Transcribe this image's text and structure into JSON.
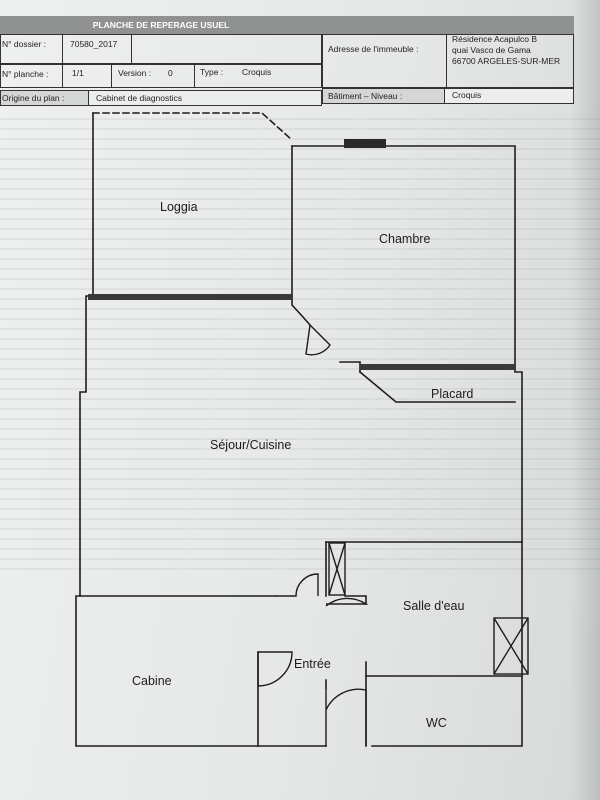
{
  "header": {
    "title": "PLANCHE DE REPERAGE USUEL",
    "dossier_label": "N° dossier :",
    "dossier_value": "70580_2017",
    "planche_label": "N° planche :",
    "planche_value": "1/1",
    "version_label": "Version :",
    "version_value": "0",
    "type_label": "Type :",
    "type_value": "Croquis",
    "origine_label": "Origine du plan :",
    "origine_value": "Cabinet de diagnostics",
    "adresse_label": "Adresse de l'immeuble :",
    "adresse_line1": "Résidence Acapulco B",
    "adresse_line2": "quai Vasco de Gama",
    "adresse_line3": "66700 ARGELES-SUR-MER",
    "batiment_label": "Bâtiment – Niveau :",
    "batiment_value": "Croquis"
  },
  "rooms": {
    "loggia": "Loggia",
    "chambre": "Chambre",
    "placard": "Placard",
    "sejour": "Séjour/Cuisine",
    "salle_eau": "Salle d'eau",
    "entree": "Entrée",
    "cabine": "Cabine",
    "wc": "WC"
  }
}
